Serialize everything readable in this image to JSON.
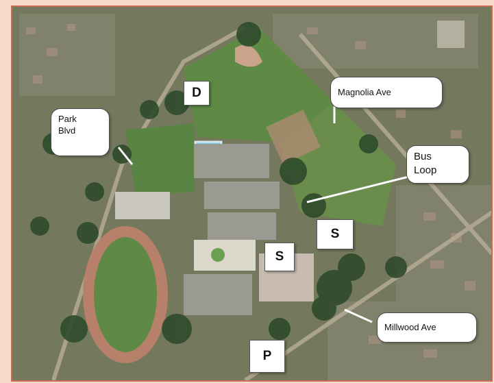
{
  "map": {
    "streets": {
      "park_blvd": "Park\nBlvd",
      "magnolia_ave": "Magnolia Ave",
      "bus_loop": "Bus\nLoop",
      "millwood_ave": "Millwood Ave"
    },
    "markers": {
      "d": "D",
      "s1": "S",
      "s2": "S",
      "p": "P"
    },
    "colors": {
      "page_background": "#f6dcc8",
      "border": "#c96b57",
      "grass": "#5f8a45",
      "track": "#b7806a",
      "trees": "#2f4a2c",
      "roof": "#9a9a93",
      "pool": "#7fc6e6"
    }
  }
}
